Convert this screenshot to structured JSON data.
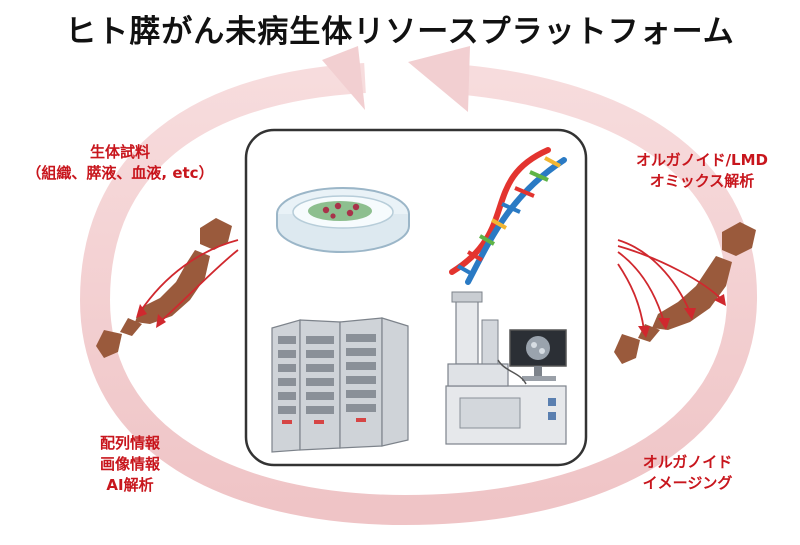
{
  "title": "ヒト膵がん未病生体リソースプラットフォーム",
  "labels": {
    "samples": [
      "生体試料",
      "（組織、膵液、血液, etc）"
    ],
    "omics": [
      "オルガノイド/LMD",
      "オミックス解析"
    ],
    "sequence": [
      "配列情報",
      "画像情報",
      "AI解析"
    ],
    "imaging": [
      "オルガノイド",
      "イメージング"
    ]
  },
  "colors": {
    "cycle": "#f2cfd1",
    "label_red": "#c8161d",
    "map_brown": "#9a5a3c",
    "arrow_red": "#d0282e",
    "frame": "#333333"
  },
  "icons": {
    "center_items": [
      "petri-dish-icon",
      "dna-icon",
      "server-rack-icon",
      "microscope-analyzer-icon"
    ],
    "maps": [
      "japan-map-icon",
      "japan-map-icon"
    ]
  }
}
